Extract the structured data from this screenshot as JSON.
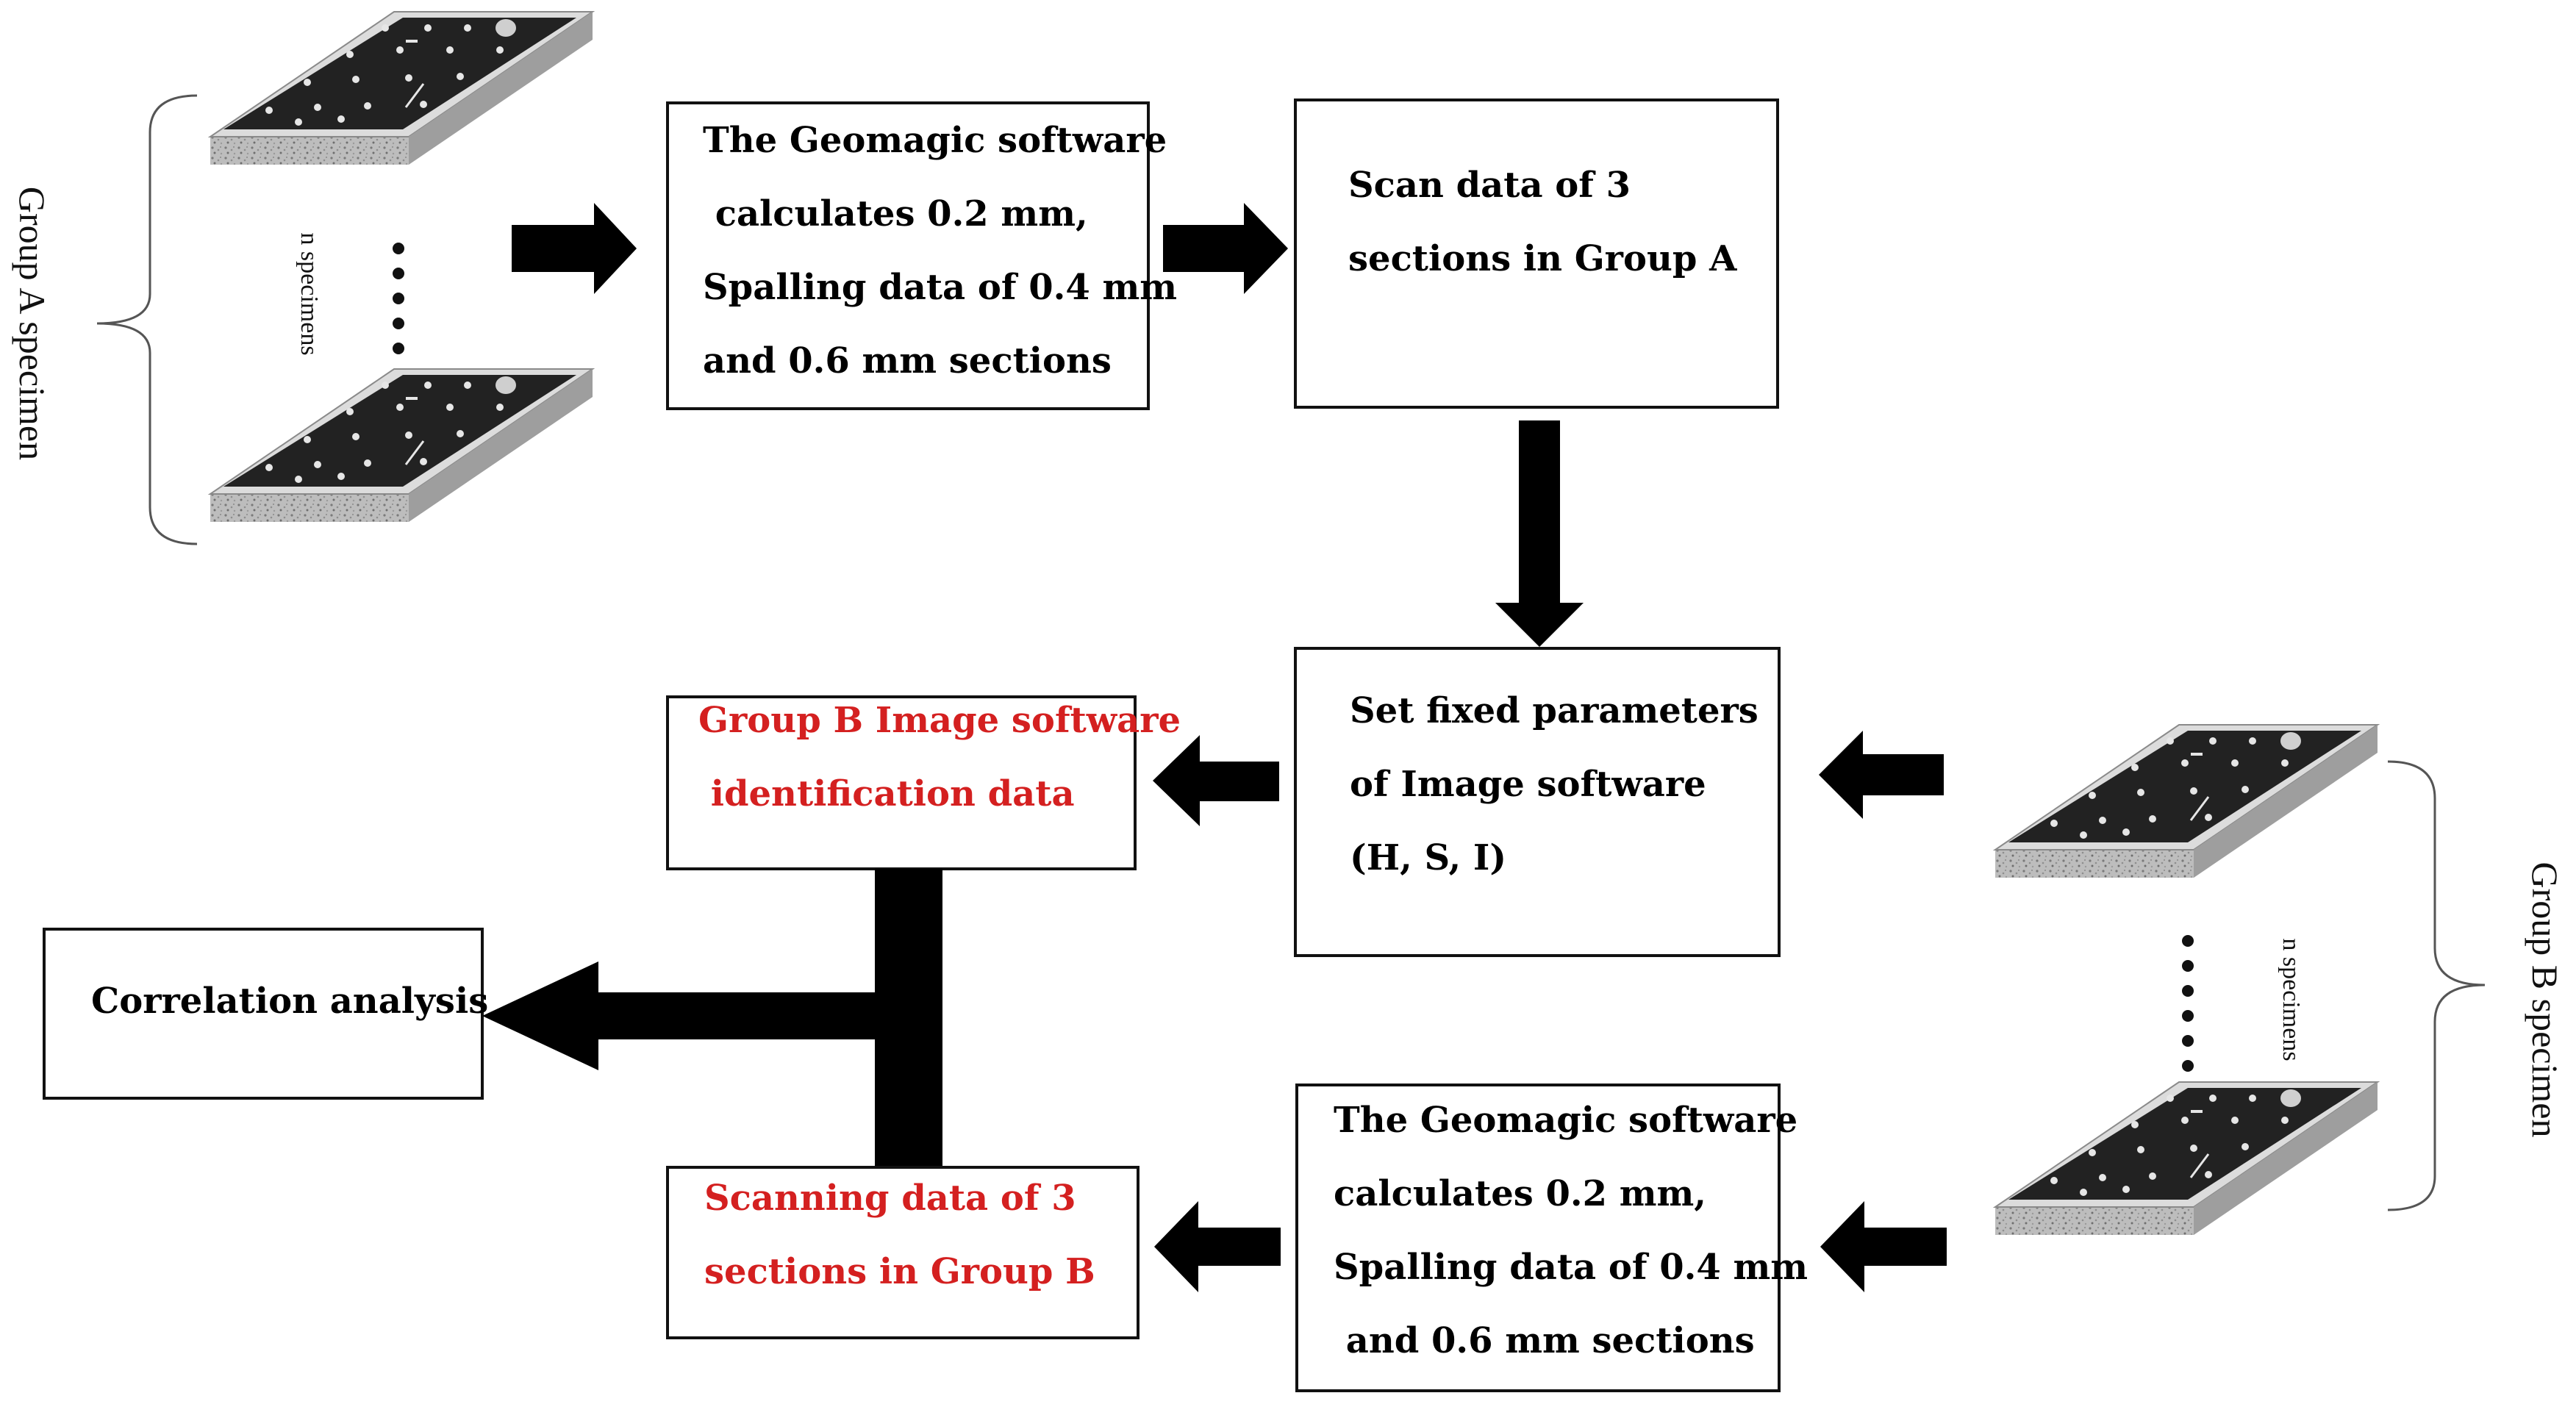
{
  "colors": {
    "text": "#111111",
    "highlight_text": "#d42020",
    "arrow": "#000000",
    "slab_top": "#222222",
    "slab_side": "#b8b8b8",
    "slab_edge": "#dcdcdc",
    "background": "#ffffff"
  },
  "groups": {
    "a": {
      "label": "Group A specimen",
      "count_label": "n specimens"
    },
    "b": {
      "label": "Group B specimen",
      "count_label": "n specimens"
    }
  },
  "boxes": {
    "geomagic_a": {
      "lines": [
        "The Geomagic software",
        " calculates 0.2 mm,",
        "Spalling data of 0.4 mm",
        "and 0.6 mm sections"
      ],
      "highlight": false
    },
    "scan_a": {
      "lines": [
        "Scan data of 3",
        "sections in Group A"
      ],
      "highlight": false
    },
    "set_params": {
      "lines": [
        "Set fixed parameters",
        "of Image software",
        "(H, S, I)"
      ],
      "highlight": false
    },
    "image_b": {
      "lines": [
        "Group B Image software",
        " identification data"
      ],
      "highlight": true
    },
    "correlation": {
      "lines": [
        "Correlation analysis"
      ],
      "highlight": false
    },
    "scanning_b": {
      "lines": [
        "Scanning data of 3",
        "sections in Group B"
      ],
      "highlight": true
    },
    "geomagic_b": {
      "lines": [
        "The Geomagic software",
        "calculates 0.2 mm,",
        "Spalling data of 0.4 mm",
        " and 0.6 mm sections"
      ],
      "highlight": false
    }
  }
}
